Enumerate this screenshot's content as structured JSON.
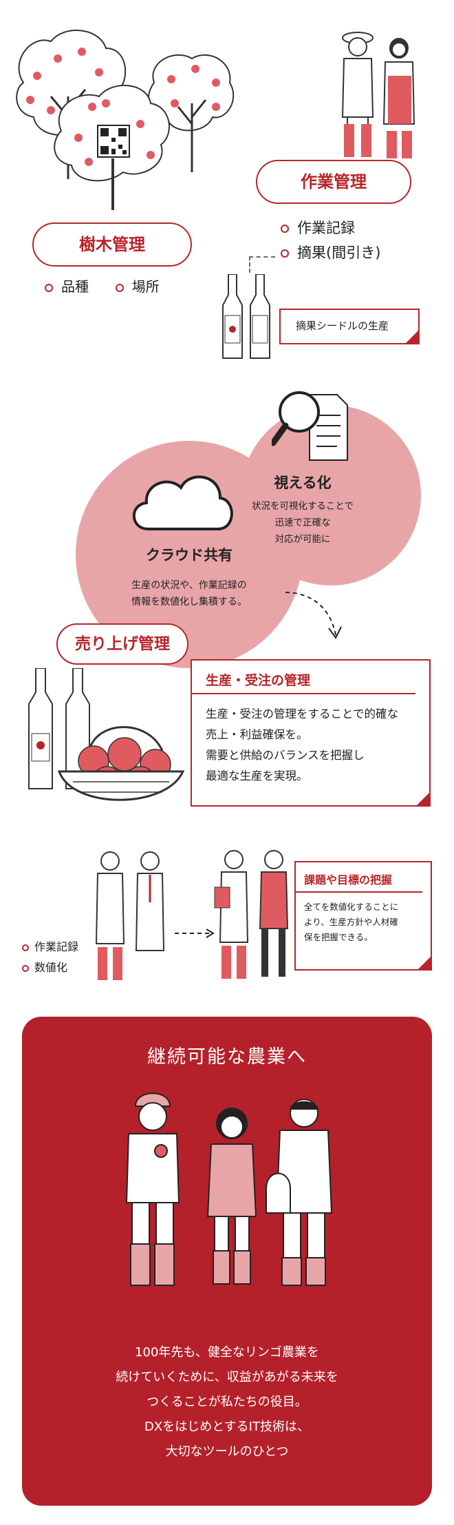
{
  "colors": {
    "accent": "#b8242a",
    "pink": "#e8a5a8",
    "light_pink": "#f2c4c6",
    "dark_panel": "#b5212b"
  },
  "section1": {
    "tree_management": {
      "title": "樹木管理",
      "items": [
        "品種",
        "場所"
      ]
    },
    "work_management": {
      "title": "作業管理",
      "items": [
        "作業記録",
        "摘果(間引き)"
      ]
    },
    "cider_label": "摘果シードルの生産"
  },
  "section2": {
    "visualize": {
      "title": "視える化",
      "lines": [
        "状況を可視化することで",
        "迅速で正確な",
        "対応が可能に"
      ]
    },
    "cloud": {
      "title": "クラウド共有",
      "lines": [
        "生産の状況や、作業記録の",
        "情報を数値化し集積する。"
      ]
    }
  },
  "section3": {
    "sales_title": "売り上げ管理",
    "box_title": "生産・受注の管理",
    "box_lines": [
      "生産・受注の管理をすることで的確な",
      "売上・利益確保を。",
      "需要と供給のバランスを把握し",
      "最適な生産を実現。"
    ]
  },
  "section4": {
    "items": [
      "作業記録",
      "数値化"
    ],
    "box_title": "課題や目標の把握",
    "box_lines": [
      "全てを数値化することに",
      "より、生産方針や人材確",
      "保を把握できる。"
    ]
  },
  "section5": {
    "title": "継続可能な農業へ",
    "lines": [
      "100年先も、健全なリンゴ農業を",
      "続けていくために、収益があがる未来を",
      "つくることが私たちの役目。",
      "DXをはじめとするIT技術は、",
      "大切なツールのひとつ"
    ]
  },
  "icons": [
    "apple-tree-icon",
    "qr-code-icon",
    "farmer-illustration",
    "cider-bottle-icon",
    "cloud-icon",
    "magnifier-document-icon",
    "apple-basket-icon",
    "arrow-icon"
  ]
}
